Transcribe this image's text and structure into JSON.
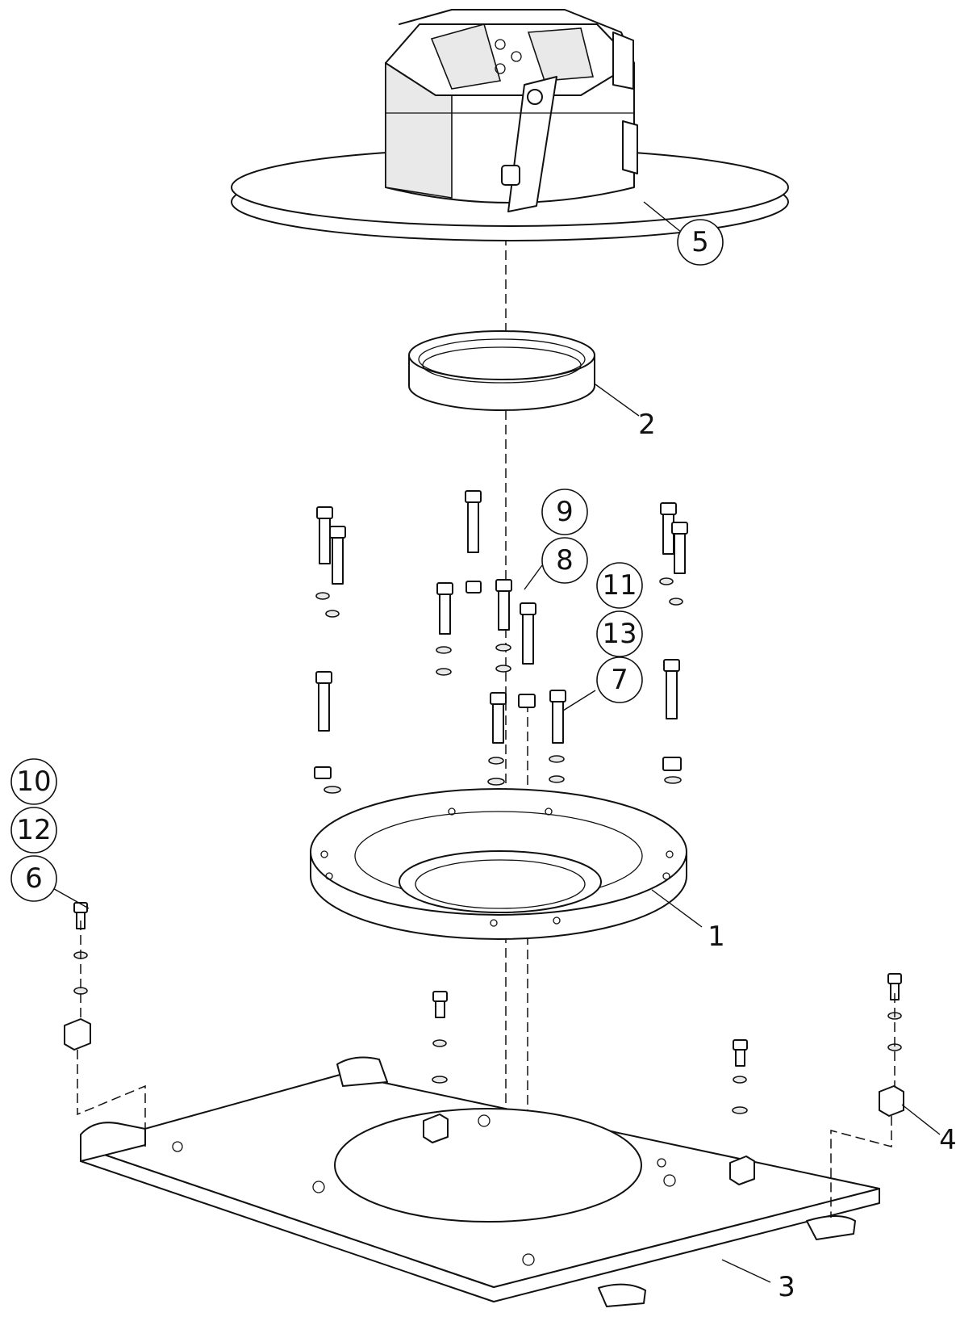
{
  "callouts": [
    {
      "id": "c5",
      "text": "5",
      "circled": true
    },
    {
      "id": "c2",
      "text": "2",
      "circled": false
    },
    {
      "id": "c9",
      "text": "9",
      "circled": true
    },
    {
      "id": "c8",
      "text": "8",
      "circled": true
    },
    {
      "id": "c11",
      "text": "11",
      "circled": true
    },
    {
      "id": "c13",
      "text": "13",
      "circled": true
    },
    {
      "id": "c7",
      "text": "7",
      "circled": true
    },
    {
      "id": "c10",
      "text": "10",
      "circled": true
    },
    {
      "id": "c12",
      "text": "12",
      "circled": true
    },
    {
      "id": "c6",
      "text": "6",
      "circled": true
    },
    {
      "id": "c1",
      "text": "1",
      "circled": false
    },
    {
      "id": "c4",
      "text": "4",
      "circled": false
    },
    {
      "id": "c3",
      "text": "3",
      "circled": false
    }
  ],
  "colors": {
    "line": "#111111",
    "background": "#ffffff",
    "shade": "#e9e9e9"
  }
}
